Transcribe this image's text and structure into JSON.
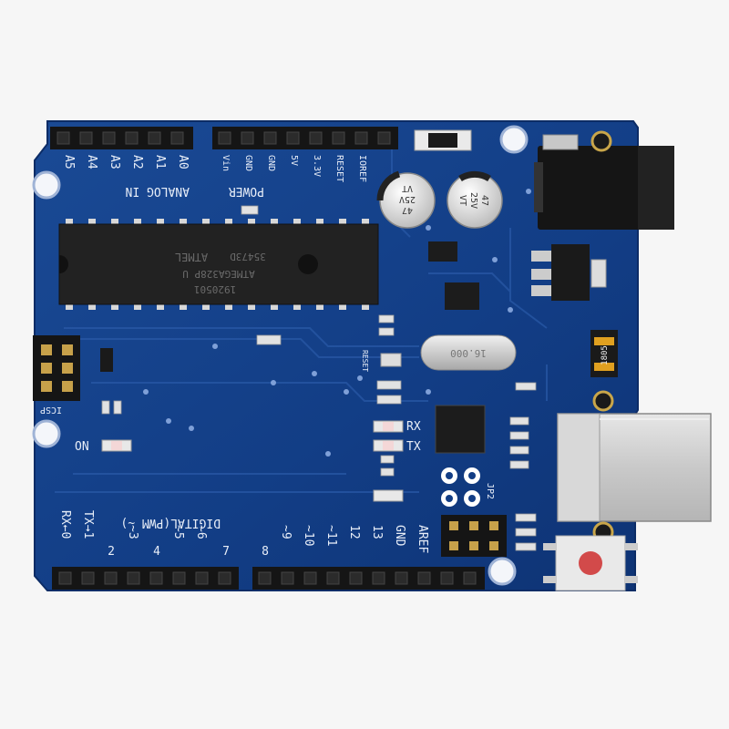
{
  "colors": {
    "background": "#f6f6f6",
    "pcb": "#123d85",
    "pcb_edge": "#0c2c66",
    "silkscreen": "#e8eef8",
    "header": "#151515",
    "usb": "#cfcfcf"
  },
  "board": {
    "analog_label": "ANALOG IN",
    "analog_pins": [
      "A5",
      "A4",
      "A3",
      "A2",
      "A1",
      "A0"
    ],
    "power_label": "POWER",
    "power_pins": [
      "Vin",
      "GND",
      "GND",
      "5V",
      "3.3V",
      "RESET",
      "IOREF"
    ],
    "chip": {
      "brand": "ATMEL",
      "code": "35473D",
      "model": "ATMEGA328P U",
      "date": "1920501"
    },
    "capacitor_text": [
      "47",
      "25V",
      "VT"
    ],
    "crystal_text": "16.000",
    "regulator_text": "1805",
    "led_labels": {
      "rx": "RX",
      "tx": "TX",
      "on": "ON"
    },
    "icsp_label": "ICSP",
    "jp2_label": "JP2",
    "reset_label": "RESET",
    "digital_label": "DIGITAL(PWM ~)",
    "rx_label": "RX←0",
    "tx_label": "TX→1",
    "digital_pins": [
      "2",
      "~3",
      "4",
      "~5",
      "~6",
      "7",
      "8",
      "~9",
      "~10",
      "~11",
      "12",
      "13"
    ],
    "gnd_label": "GND",
    "aref_label": "AREF"
  }
}
